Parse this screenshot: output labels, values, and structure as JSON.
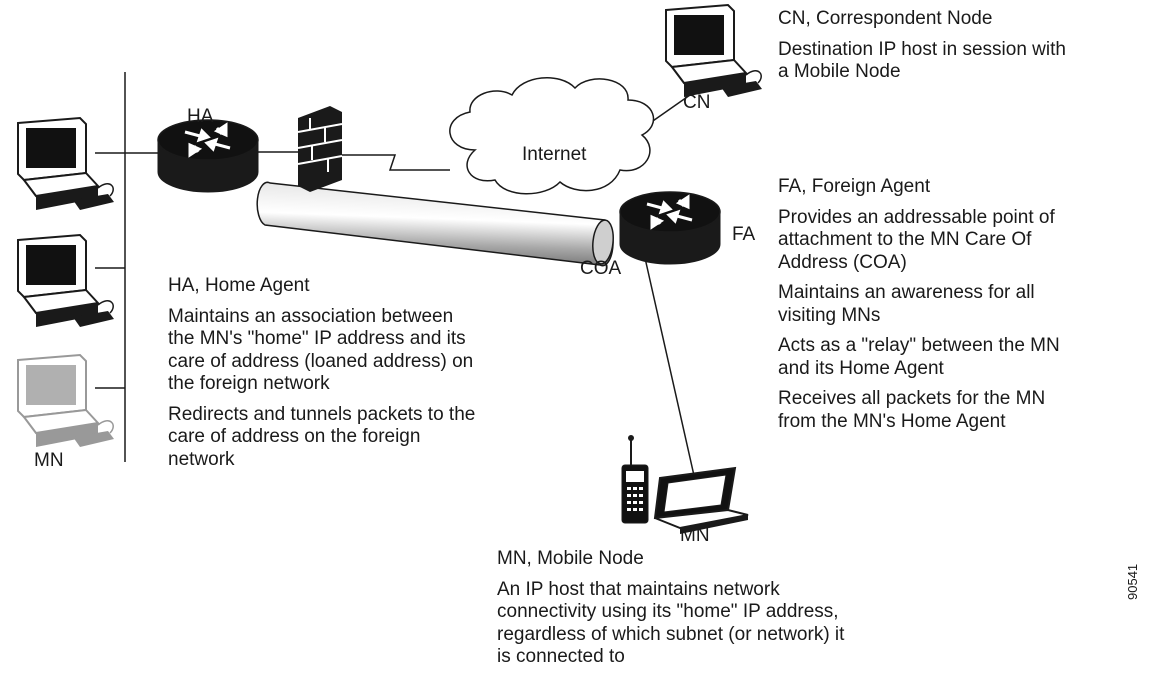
{
  "labels": {
    "ha": "HA",
    "fa": "FA",
    "cn": "CN",
    "coa": "COA",
    "internet": "Internet",
    "mn_home": "MN",
    "mn_mobile": "MN"
  },
  "cn_desc": {
    "title": "CN, Correspondent Node",
    "lines": [
      "Destination IP host in session with",
      "a Mobile Node"
    ]
  },
  "fa_desc": {
    "title": "FA, Foreign Agent",
    "p1": [
      "Provides an addressable point of",
      "attachment to the MN Care Of",
      "Address (COA)"
    ],
    "p2": [
      "Maintains an awareness for all",
      "visiting MNs"
    ],
    "p3": [
      "Acts as a \"relay\" between the MN",
      "and its Home Agent"
    ],
    "p4": [
      "Receives all packets for the MN",
      "from the MN's Home Agent"
    ]
  },
  "ha_desc": {
    "title": "HA, Home Agent",
    "p1": [
      "Maintains an association between",
      "the MN's \"home\" IP address and its",
      "care of address (loaned address) on",
      "the foreign network"
    ],
    "p2": [
      "Redirects and tunnels packets to the",
      "care of address on the foreign",
      "network"
    ]
  },
  "mn_desc": {
    "title": "MN, Mobile Node",
    "p1": [
      "An IP host that maintains network",
      "connectivity using its \"home\" IP address,",
      "regardless of which subnet (or network) it",
      "is connected to"
    ]
  },
  "figure_id": "90541",
  "colors": {
    "line": "#1a1a1a",
    "ghost": "#999999",
    "screen": "#111111"
  }
}
